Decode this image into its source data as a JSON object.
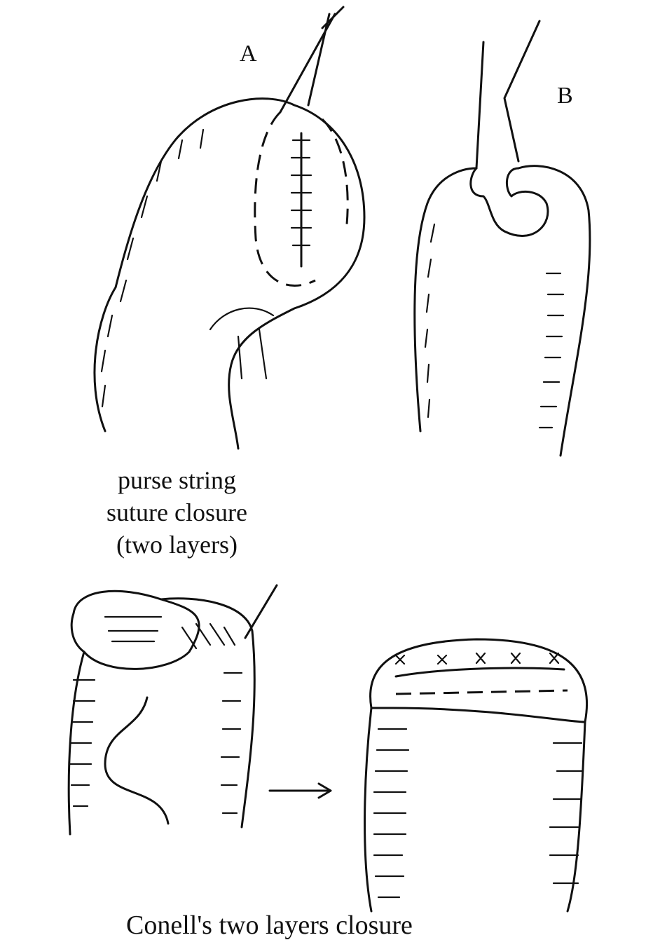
{
  "figure": {
    "panel_a_label": "A",
    "panel_b_label": "B",
    "top_caption": [
      "purse string",
      "suture closure",
      "(two layers)"
    ],
    "bottom_caption": "Conell's two layers closure"
  }
}
